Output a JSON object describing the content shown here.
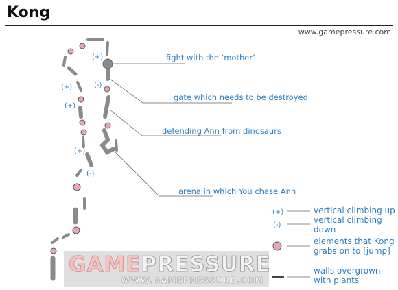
{
  "title": "Kong",
  "site": "www.gamepressure.com",
  "callouts": {
    "fight": "fight with the ‘mother’",
    "gate": "gate which needs to be destroyed",
    "defend": "defending Ann from dinosaurs",
    "arena": "arena in which You chase Ann"
  },
  "symbols": {
    "plus": "(+)",
    "minus": "(-)"
  },
  "legend": {
    "up_symbol": "(+)",
    "up_label": "vertical climbing up",
    "down_symbol": "(-)",
    "down_label": "vertical climbing down",
    "grab_label": "elements that Kong grabs on to [jump]",
    "walls_label": "walls overgrown with plants"
  },
  "watermark": {
    "main_a": "GAME",
    "main_b": "PRESSURE",
    "sub": "WWW.GAMEPRESSURE.COM"
  },
  "colors": {
    "label": "#2f7fbf",
    "wall": "#8a8a8a",
    "grab": "#e8a6b6"
  }
}
